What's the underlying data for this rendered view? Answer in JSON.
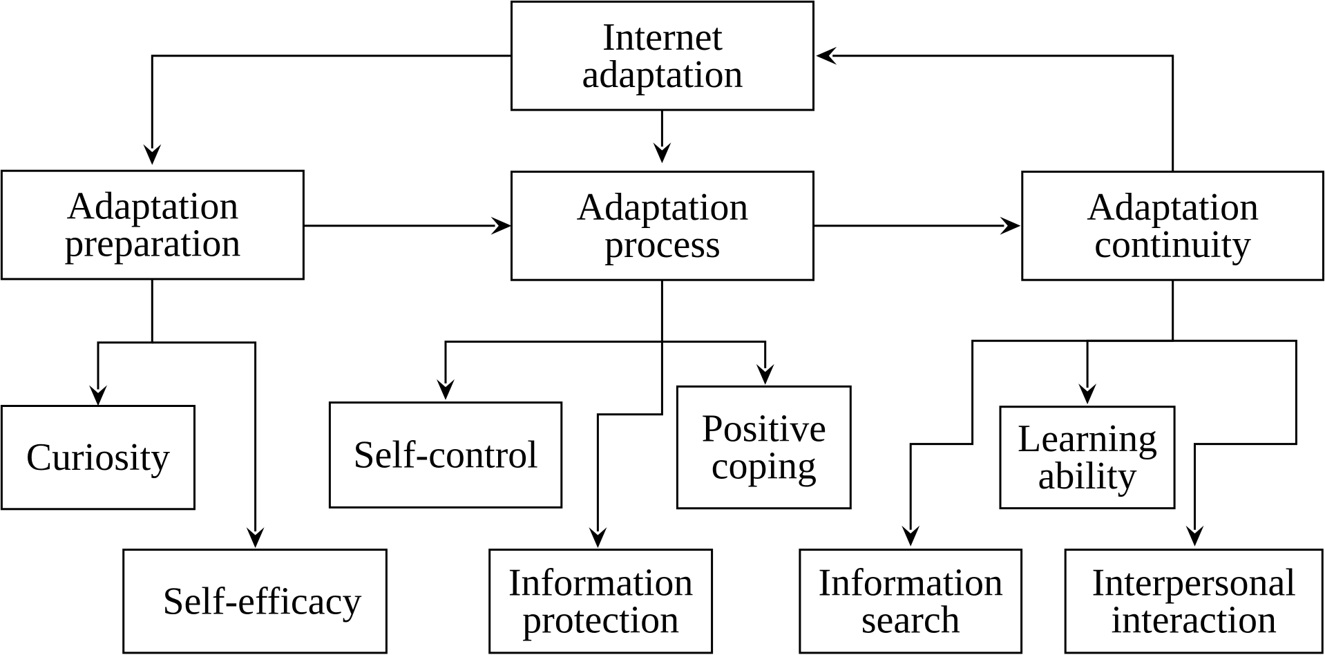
{
  "nodes": [
    {
      "id": "internet_adaptation",
      "lines": [
        "Internet",
        "adaptation"
      ]
    },
    {
      "id": "adaptation_preparation",
      "lines": [
        "Adaptation",
        "preparation"
      ]
    },
    {
      "id": "adaptation_process",
      "lines": [
        "Adaptation",
        "process"
      ]
    },
    {
      "id": "adaptation_continuity",
      "lines": [
        "Adaptation",
        "continuity"
      ]
    },
    {
      "id": "curiosity",
      "lines": [
        "Curiosity"
      ]
    },
    {
      "id": "self_efficacy",
      "lines": [
        "Self-efficacy"
      ]
    },
    {
      "id": "self_control",
      "lines": [
        "Self-control"
      ]
    },
    {
      "id": "positive_coping",
      "lines": [
        "Positive",
        "coping"
      ]
    },
    {
      "id": "information_protection",
      "lines": [
        "Information",
        "protection"
      ]
    },
    {
      "id": "learning_ability",
      "lines": [
        "Learning",
        "ability"
      ]
    },
    {
      "id": "information_search",
      "lines": [
        "Information",
        "search"
      ]
    },
    {
      "id": "interpersonal_interaction",
      "lines": [
        "Interpersonal",
        "interaction"
      ]
    }
  ],
  "edges": [
    {
      "from": "internet_adaptation",
      "to": "adaptation_preparation"
    },
    {
      "from": "internet_adaptation",
      "to": "adaptation_process"
    },
    {
      "from": "adaptation_continuity",
      "to": "internet_adaptation"
    },
    {
      "from": "adaptation_preparation",
      "to": "adaptation_process"
    },
    {
      "from": "adaptation_process",
      "to": "adaptation_continuity"
    },
    {
      "from": "adaptation_preparation",
      "to": "curiosity"
    },
    {
      "from": "adaptation_preparation",
      "to": "self_efficacy"
    },
    {
      "from": "adaptation_process",
      "to": "self_control"
    },
    {
      "from": "adaptation_process",
      "to": "positive_coping"
    },
    {
      "from": "adaptation_process",
      "to": "information_protection"
    },
    {
      "from": "adaptation_continuity",
      "to": "learning_ability"
    },
    {
      "from": "adaptation_continuity",
      "to": "information_search"
    },
    {
      "from": "adaptation_continuity",
      "to": "interpersonal_interaction"
    }
  ]
}
